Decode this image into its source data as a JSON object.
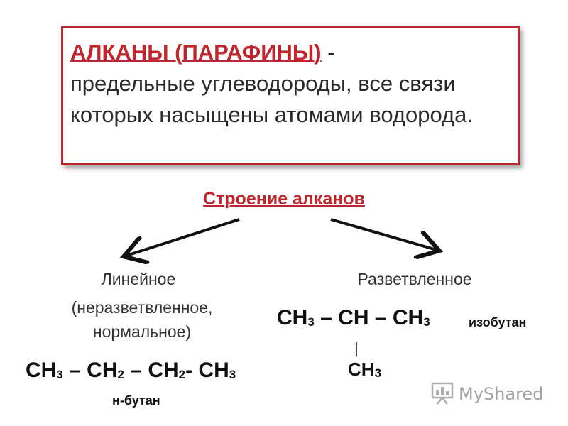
{
  "definition": {
    "term": "АЛКАНЫ (ПАРАФИНЫ)",
    "dash": " -",
    "text": "предельные углеводороды, все связи которых насыщены атомами водорода."
  },
  "heading": "Строение алканов",
  "linear": {
    "title": "Линейное",
    "subtitle_line1": "(неразветвленное,",
    "subtitle_line2": "нормальное)",
    "formula": {
      "p1": "CH",
      "s1": "3",
      "p2": " – CH",
      "s2": "2",
      "p3": " – CH",
      "s3": "2",
      "p4": "- CH",
      "s4": "3"
    },
    "name": "н-бутан"
  },
  "branched": {
    "title": "Разветвленное",
    "formula": {
      "p1": "CH",
      "s1": "3",
      "p2": " – CH – CH",
      "s2": "3"
    },
    "bond": "|",
    "sub_group": {
      "p": "CH",
      "s": "3"
    },
    "name": "изобутан"
  },
  "watermark": {
    "text": "MyShared",
    "icon": "presentation-board-icon"
  },
  "colors": {
    "accent": "#c0272d",
    "text": "#222222"
  }
}
